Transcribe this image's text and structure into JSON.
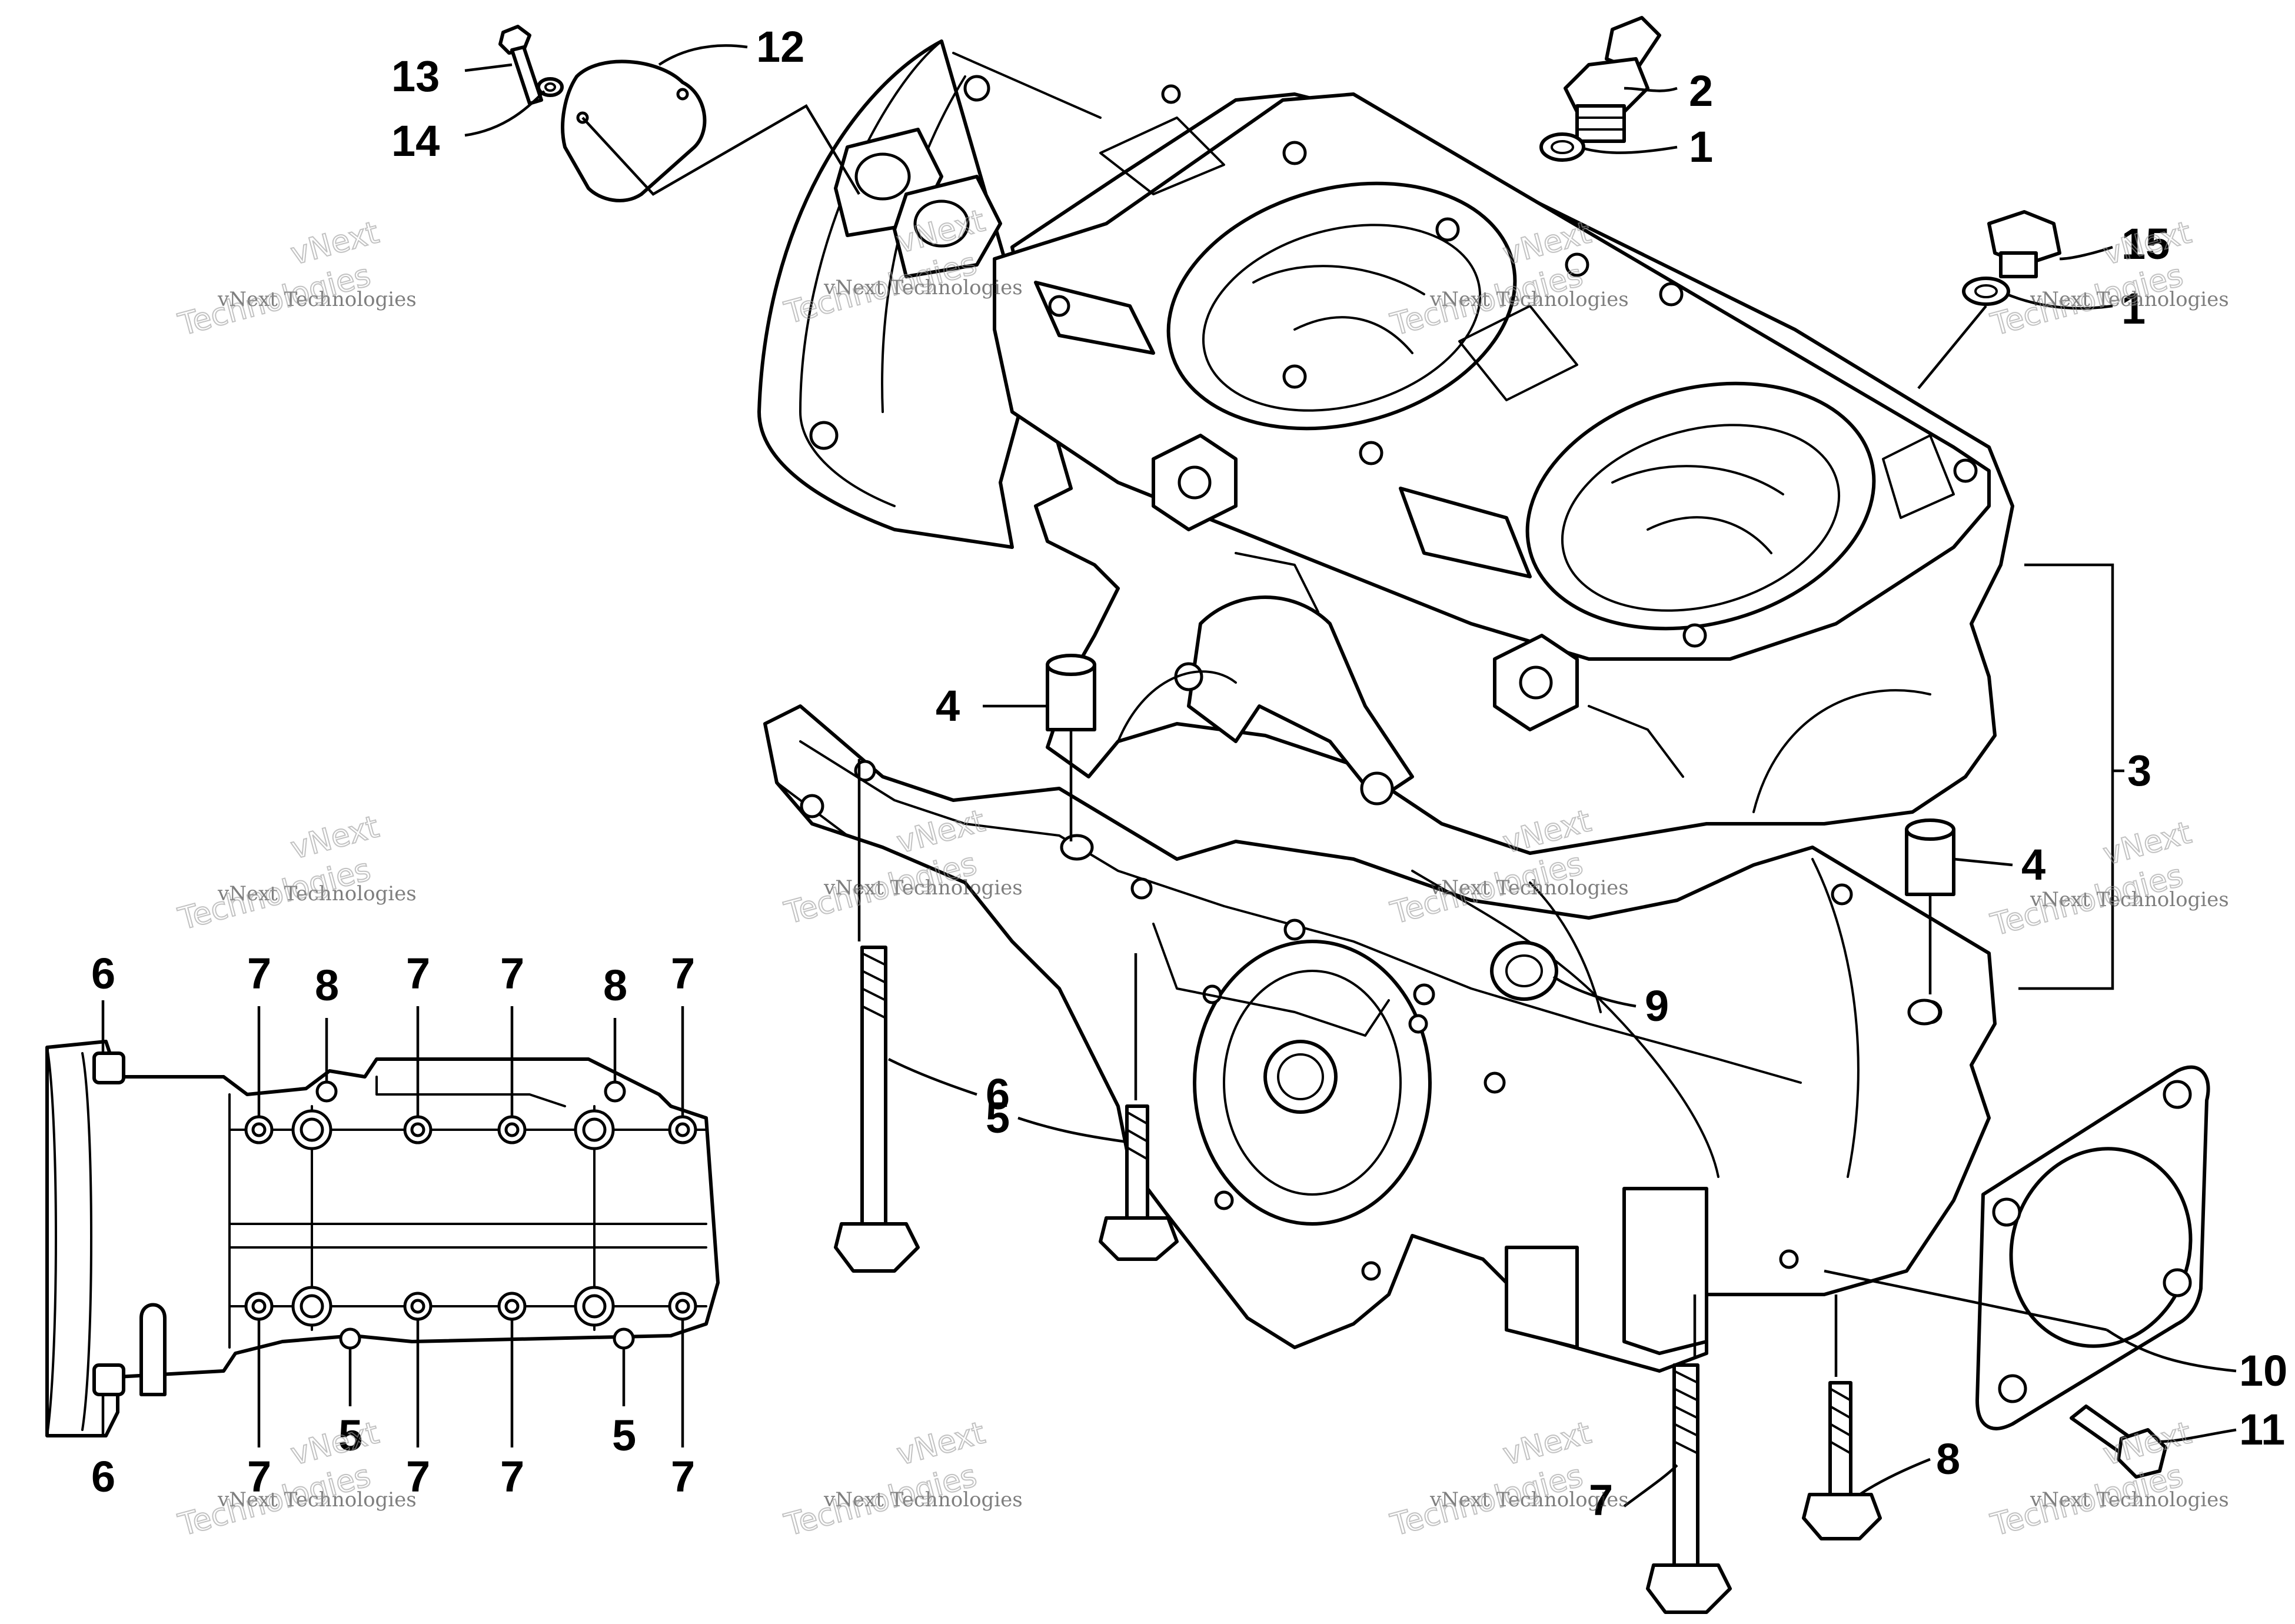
{
  "callouts": {
    "c12": "12",
    "c13": "13",
    "c14": "14",
    "c2": "2",
    "c1a": "1",
    "c15": "15",
    "c1b": "1",
    "c3": "3",
    "c4a": "4",
    "c4b": "4",
    "c9": "9",
    "c6a": "6",
    "c5a": "5",
    "c10": "10",
    "c11": "11",
    "c7a": "7",
    "c8a": "8"
  },
  "inset_callouts": {
    "top": [
      "6",
      "7",
      "8",
      "7",
      "7",
      "8",
      "7"
    ],
    "bottom": [
      "6",
      "7",
      "5",
      "7",
      "7",
      "5",
      "7"
    ]
  },
  "watermark": {
    "line1": "vNext Technologies",
    "line2": "vNext",
    "line3": "Technologies"
  }
}
